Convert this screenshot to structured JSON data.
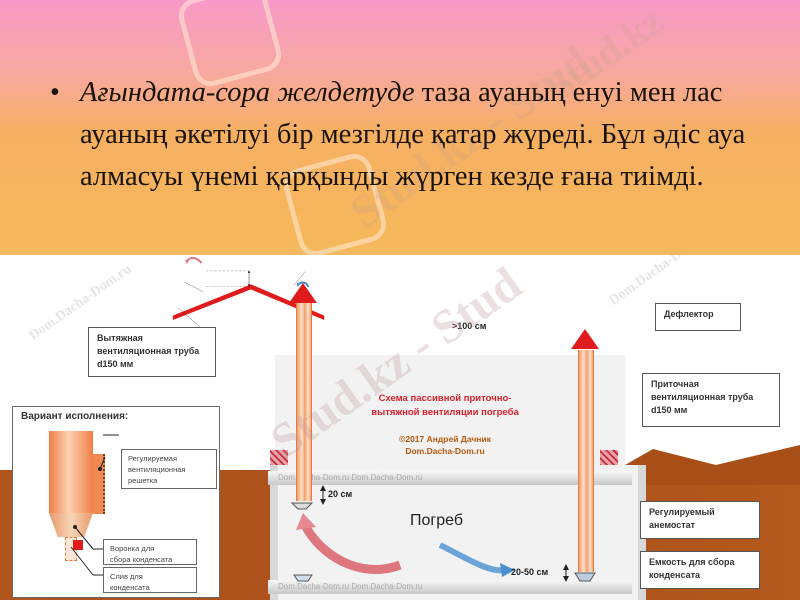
{
  "slide": {
    "bullet": "•",
    "italic_lead": "Ағындата-сора желдетуде",
    "text_rest": " таза ауаның енуі мен лас ауаның әкетілуі бір мезгілде қатар жүреді. Бұл әдіс ауа алмасуы үнемі қарқынды жүрген кезде ғана тиімді."
  },
  "watermarks": {
    "stud": "Stud.kz",
    "stud_dash": "Stud.kz - Stud",
    "dacha": "Dom.Dacha-Dom.ru"
  },
  "diagram": {
    "title_line1": "Схема пассивной приточно-",
    "title_line2": "вытяжной вентиляции погреба",
    "copyright_line1": "©2017 Андрей Дачник",
    "copyright_line2": "Dom.Dacha-Dom.ru",
    "cellar_label": "Погреб",
    "dim_height_above_roof": ">100 см",
    "dim_exhaust_from_ceiling": "20 см",
    "dim_supply_from_floor": "20-50 см",
    "slab_watermark": "Dom.Dacha-Dom.ru Dom.Dacha-Dom.ru",
    "callouts": {
      "exhaust_pipe": [
        "Вытяжная",
        "вентиляционная труба",
        "d150 мм"
      ],
      "deflector": [
        "Дефлектор"
      ],
      "supply_pipe": [
        "Приточная",
        "вентиляционная труба",
        "d150 мм"
      ],
      "anemostat": [
        "Регулируемый",
        "анемостат"
      ],
      "condensate_tank": [
        "Емкость для сбора",
        "конденсата"
      ]
    },
    "variant": {
      "title": "Вариант исполнения:",
      "grille": [
        "Регулируемая",
        "вентиляционная",
        "решетка"
      ],
      "funnel": [
        "Воронка для",
        "сбора конденсата"
      ],
      "drain": [
        "Слив для",
        "конденсата"
      ]
    },
    "colors": {
      "roof": "#e01b1b",
      "pipe": "#f0a070",
      "ground": "#a84f18",
      "warm_air": "#d9606a",
      "cold_air": "#4a90d0"
    }
  }
}
